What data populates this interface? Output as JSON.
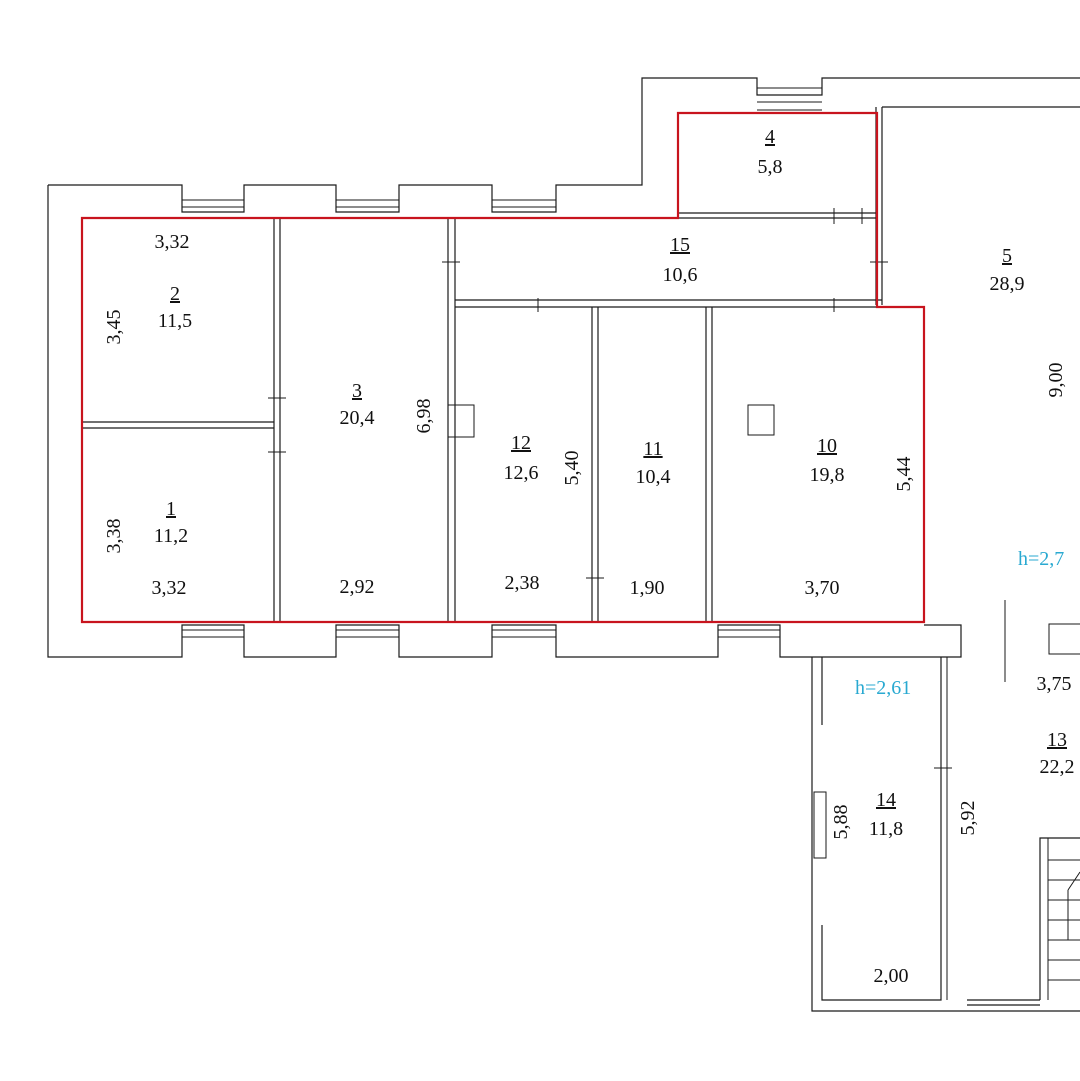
{
  "plan": {
    "rooms": [
      {
        "number": "1",
        "area": "11,2"
      },
      {
        "number": "2",
        "area": "11,5"
      },
      {
        "number": "3",
        "area": "20,4"
      },
      {
        "number": "4",
        "area": "5,8"
      },
      {
        "number": "5",
        "area": "28,9"
      },
      {
        "number": "10",
        "area": "19,8"
      },
      {
        "number": "11",
        "area": "10,4"
      },
      {
        "number": "12",
        "area": "12,6"
      },
      {
        "number": "13",
        "area": "22,2"
      },
      {
        "number": "14",
        "area": "11,8"
      },
      {
        "number": "15",
        "area": "10,6"
      }
    ],
    "dimensions": {
      "r2_top": "3,32",
      "r2_left": "3,45",
      "r1_left": "3,38",
      "r1_bottom": "3,32",
      "r3_bottom": "2,92",
      "r3_right": "6,98",
      "r12_right": "5,40",
      "r12_bottom": "2,38",
      "r11_bottom": "1,90",
      "r10_bottom": "3,70",
      "r10_right": "5,44",
      "r5_right": "9,00",
      "r13_top": "3,75",
      "r14_left": "5,88",
      "r14_right": "5,92",
      "r14_bottom": "2,00"
    },
    "heights": {
      "main": "h=2,7",
      "r14": "h=2,61"
    },
    "colors": {
      "wall": "#1a1a1a",
      "highlight": "#c8141e",
      "height_label": "#29a9d1"
    }
  }
}
